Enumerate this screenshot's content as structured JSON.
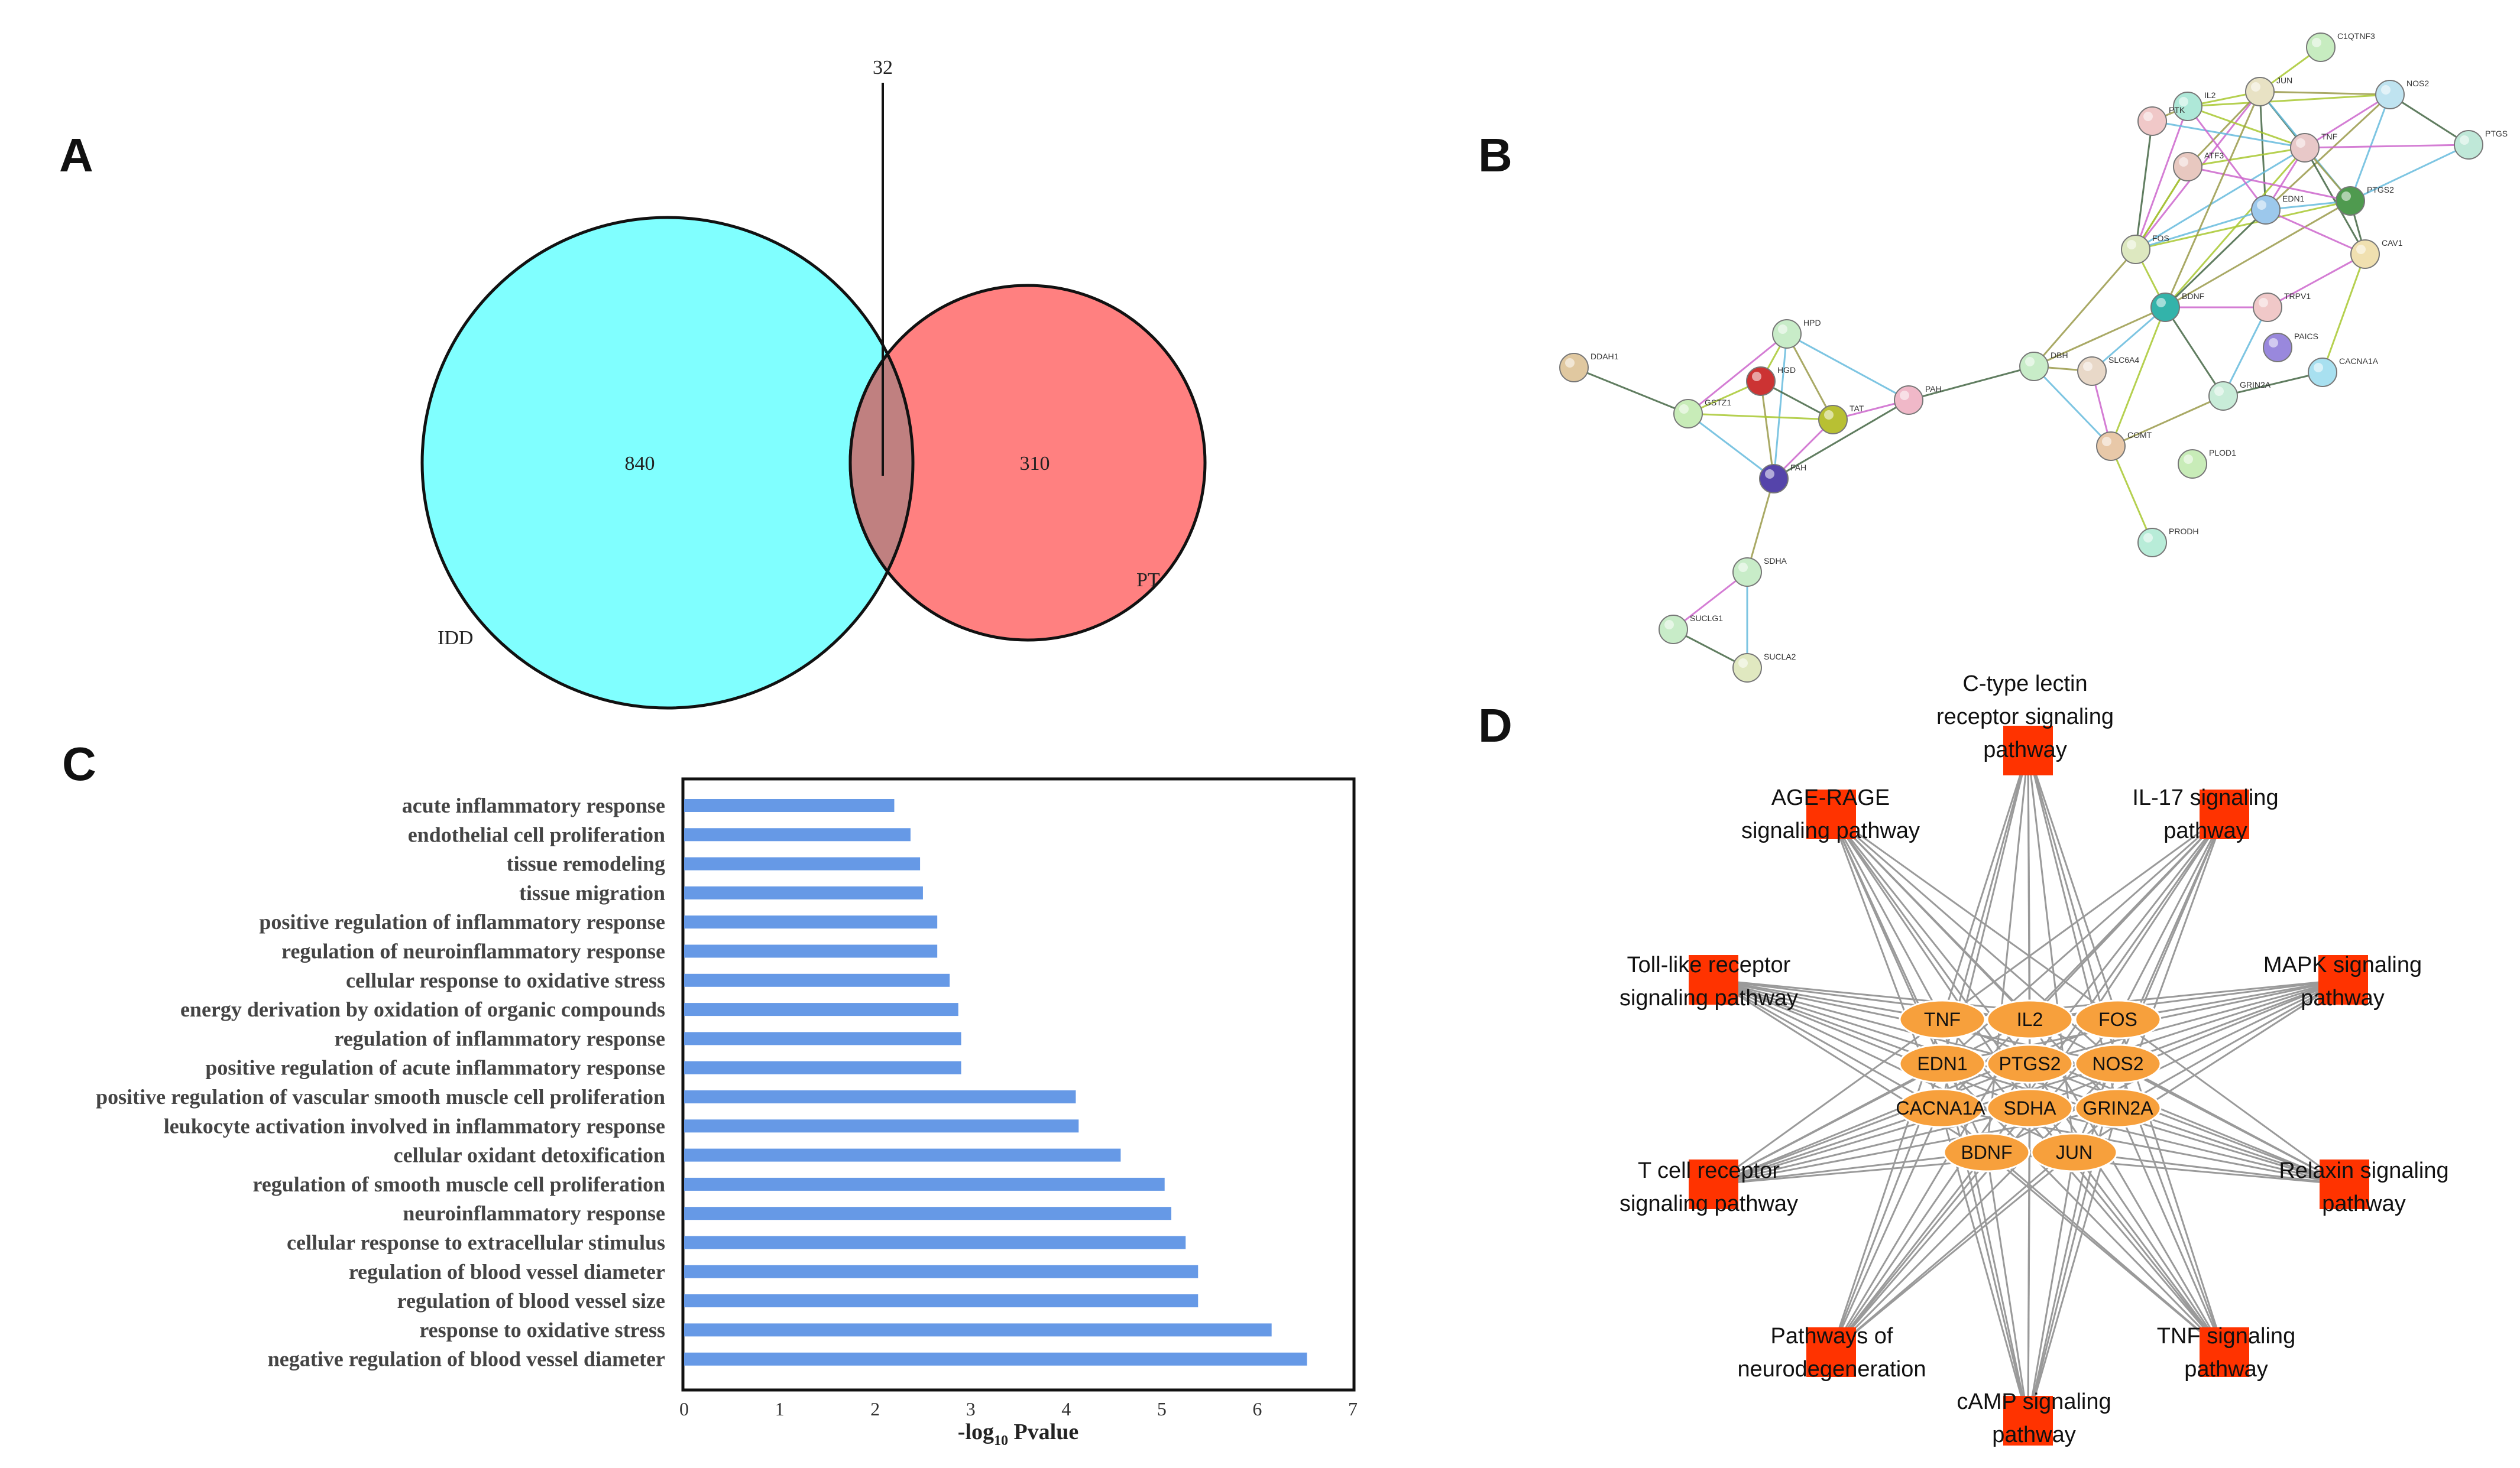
{
  "panels": {
    "a": "A",
    "b": "B",
    "c": "C",
    "d": "D"
  },
  "venn": {
    "left_set": "IDD",
    "right_set": "PT",
    "left_only": "840",
    "right_only": "310",
    "overlap": "32",
    "left_color": "#80ffff",
    "right_color": "#ff8080",
    "overlap_color": "#c08080"
  },
  "ppi": {
    "nodes": [
      "C1QTNF3",
      "NOS2",
      "PTGS",
      "JUN",
      "IL2",
      "PTK",
      "TNF",
      "ATF3",
      "PTGS2",
      "EDN1",
      "CAV1",
      "FOS",
      "BDNF",
      "TRPV1",
      "PAICS",
      "CACNA1A",
      "GRIN2A",
      "SLC6A4",
      "DBH",
      "COMT",
      "PLOD1",
      "PRODH",
      "PAH",
      "HPD",
      "HGD",
      "TAT",
      "GSTZ1",
      "DDAH1",
      "FAH",
      "SDHA",
      "SUCLG1",
      "SUCLA2"
    ]
  },
  "chart_data": {
    "type": "bar",
    "orientation": "horizontal",
    "categories": [
      "acute inflammatory response",
      "endothelial cell proliferation",
      "tissue remodeling",
      "tissue migration",
      "positive regulation of inflammatory response",
      "regulation of neuroinflammatory response",
      "cellular response to oxidative stress",
      "energy derivation by oxidation of organic compounds",
      "regulation of inflammatory response",
      "positive regulation of acute inflammatory response",
      "positive regulation of vascular smooth muscle cell proliferation",
      "leukocyte activation involved in inflammatory response",
      "cellular oxidant detoxification",
      "regulation of smooth muscle cell proliferation",
      "neuroinflammatory response",
      "cellular response to extracellular stimulus",
      "regulation of blood vessel diameter",
      "regulation of blood vessel size",
      "response to oxidative stress",
      "negative regulation of blood vessel diameter"
    ],
    "values": [
      2.2,
      2.37,
      2.47,
      2.5,
      2.65,
      2.65,
      2.78,
      2.87,
      2.9,
      2.9,
      4.1,
      4.13,
      4.57,
      5.03,
      5.1,
      5.25,
      5.38,
      5.38,
      6.15,
      6.52
    ],
    "xlabel_main": "-log",
    "xlabel_sub": "10",
    "xlabel_tail": " Pvalue",
    "xlim": [
      0,
      7
    ],
    "xticks": [
      "0",
      "1",
      "2",
      "3",
      "4",
      "5",
      "6",
      "7"
    ],
    "bar_color": "#6699e6",
    "grid": false
  },
  "network": {
    "genes": [
      "TNF",
      "IL2",
      "FOS",
      "EDN1",
      "PTGS2",
      "NOS2",
      "CACNA1A",
      "SDHA",
      "GRIN2A",
      "BDNF",
      "JUN"
    ],
    "pathways": [
      [
        "C-type lectin",
        "receptor signaling",
        "pathway"
      ],
      [
        "IL-17 signaling",
        "pathway"
      ],
      [
        "MAPK signaling",
        "pathway"
      ],
      [
        "Relaxin signaling",
        "pathway"
      ],
      [
        "TNF signaling",
        "pathway"
      ],
      [
        "cAMP signaling",
        "pathway"
      ],
      [
        "Pathways of",
        "neurodegeneration"
      ],
      [
        "T cell receptor",
        "signaling pathway"
      ],
      [
        "Toll-like receptor",
        "signaling pathway"
      ],
      [
        "AGE-RAGE",
        "signaling pathway"
      ]
    ],
    "gene_color": "#f7a03c",
    "pathway_color": "#ff3300"
  }
}
